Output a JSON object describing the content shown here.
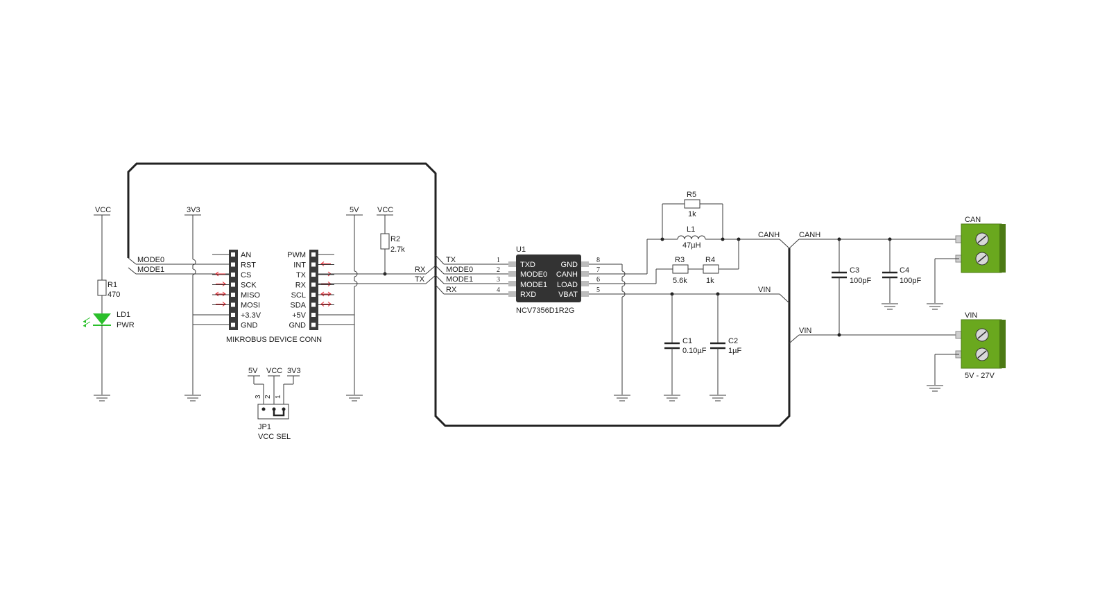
{
  "nets": {
    "vcc": "VCC",
    "v3v3": "3V3",
    "v5v": "5V",
    "mode0": "MODE0",
    "mode1": "MODE1",
    "tx": "TX",
    "rx": "RX",
    "canh": "CANH",
    "vin": "VIN"
  },
  "components": {
    "r1": {
      "ref": "R1",
      "value": "470"
    },
    "ld1": {
      "ref": "LD1",
      "value": "PWR"
    },
    "r2": {
      "ref": "R2",
      "value": "2.7k"
    },
    "r3": {
      "ref": "R3",
      "value": "5.6k"
    },
    "r4": {
      "ref": "R4",
      "value": "1k"
    },
    "r5": {
      "ref": "R5",
      "value": "1k"
    },
    "l1": {
      "ref": "L1",
      "value": "47µH"
    },
    "c1": {
      "ref": "C1",
      "value": "0.10µF"
    },
    "c2": {
      "ref": "C2",
      "value": "1µF"
    },
    "c3": {
      "ref": "C3",
      "value": "100pF"
    },
    "c4": {
      "ref": "C4",
      "value": "100pF"
    },
    "jp1": {
      "ref": "JP1",
      "value": "VCC SEL",
      "pins": [
        "3",
        "2",
        "1"
      ],
      "nets": [
        "5V",
        "VCC",
        "3V3"
      ]
    },
    "u1": {
      "ref": "U1",
      "part": "NCV7356D1R2G",
      "left_pins": [
        {
          "num": "1",
          "name": "TXD",
          "net": "TX"
        },
        {
          "num": "2",
          "name": "MODE0",
          "net": "MODE0"
        },
        {
          "num": "3",
          "name": "MODE1",
          "net": "MODE1"
        },
        {
          "num": "4",
          "name": "RXD",
          "net": "RX"
        }
      ],
      "right_pins": [
        {
          "num": "8",
          "name": "GND"
        },
        {
          "num": "7",
          "name": "CANH"
        },
        {
          "num": "6",
          "name": "LOAD"
        },
        {
          "num": "5",
          "name": "VBAT"
        }
      ]
    }
  },
  "mikrobus": {
    "title": "MIKROBUS DEVICE CONN",
    "left_pins": [
      "AN",
      "RST",
      "CS",
      "SCK",
      "MISO",
      "MOSI",
      "+3.3V",
      "GND"
    ],
    "right_pins": [
      "PWM",
      "INT",
      "TX",
      "RX",
      "SCL",
      "SDA",
      "+5V",
      "GND"
    ],
    "left_nets": {
      "RST": "MODE0",
      "CS": "MODE1"
    },
    "right_nets": {
      "TX": "RX",
      "RX": "TX"
    }
  },
  "terminals": {
    "can": {
      "label": "CAN"
    },
    "vin": {
      "label": "VIN",
      "range": "5V - 27V"
    }
  },
  "colors": {
    "wire": "#3a3a3a",
    "chip": "#333333",
    "arrow": "#e0202a",
    "led": "#2bbf2b",
    "terminal_green": "#6aa81e",
    "terminal_dark": "#4c7a14"
  }
}
